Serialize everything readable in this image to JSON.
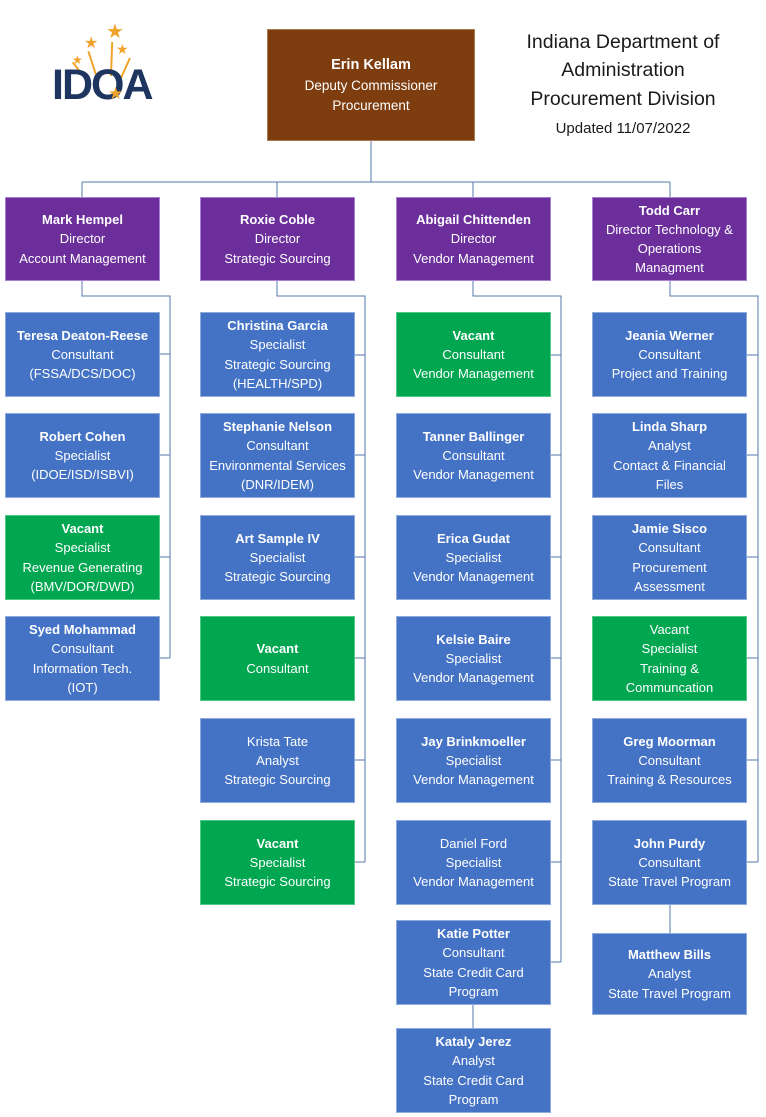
{
  "header": {
    "logo_text": "IDOA",
    "title_line1": "Indiana Department of",
    "title_line2": "Administration",
    "title_line3": "Procurement Division",
    "updated": "Updated 11/07/2022"
  },
  "org": {
    "root": {
      "name": "Erin Kellam",
      "lines": [
        "Deputy Commissioner",
        "Procurement"
      ]
    },
    "directors": [
      {
        "name": "Mark Hempel",
        "lines": [
          "Director",
          "Account Management"
        ]
      },
      {
        "name": "Roxie Coble",
        "lines": [
          "Director",
          "Strategic Sourcing"
        ]
      },
      {
        "name": "Abigail Chittenden",
        "lines": [
          "Director",
          "Vendor Management"
        ]
      },
      {
        "name": "Todd Carr",
        "lines": [
          "Director Technology &",
          "Operations",
          "Managment"
        ]
      }
    ],
    "columns": [
      {
        "boxes": [
          {
            "name": "Teresa Deaton-Reese",
            "lines": [
              "Consultant",
              "(FSSA/DCS/DOC)"
            ],
            "status": "filled"
          },
          {
            "name": "Robert Cohen",
            "lines": [
              "Specialist",
              "(IDOE/ISD/ISBVI)"
            ],
            "status": "filled"
          },
          {
            "name": "Vacant",
            "lines": [
              "Specialist",
              "Revenue Generating",
              "(BMV/DOR/DWD)"
            ],
            "status": "vacant"
          },
          {
            "name": "Syed Mohammad",
            "lines": [
              "Consultant",
              "Information Tech.",
              "(IOT)"
            ],
            "status": "filled"
          }
        ]
      },
      {
        "boxes": [
          {
            "name": "Christina Garcia",
            "lines": [
              "Specialist",
              "Strategic Sourcing",
              "(HEALTH/SPD)"
            ],
            "status": "filled"
          },
          {
            "name": "Stephanie Nelson",
            "lines": [
              "Consultant",
              "Environmental Services",
              "(DNR/IDEM)"
            ],
            "status": "filled"
          },
          {
            "name": "Art Sample IV",
            "lines": [
              "Specialist",
              "Strategic Sourcing"
            ],
            "status": "filled"
          },
          {
            "name": "Vacant",
            "lines": [
              "Consultant"
            ],
            "status": "vacant"
          },
          {
            "name": "Krista Tate",
            "lines": [
              "Analyst",
              "Strategic Sourcing"
            ],
            "status": "filled"
          },
          {
            "name": "Vacant",
            "lines": [
              "Specialist",
              "Strategic Sourcing"
            ],
            "status": "vacant"
          }
        ]
      },
      {
        "boxes": [
          {
            "name": "Vacant",
            "lines": [
              "Consultant",
              "Vendor Management"
            ],
            "status": "vacant"
          },
          {
            "name": "Tanner Ballinger",
            "lines": [
              "Consultant",
              "Vendor Management"
            ],
            "status": "filled"
          },
          {
            "name": "Erica Gudat",
            "lines": [
              "Specialist",
              "Vendor Management"
            ],
            "status": "filled"
          },
          {
            "name": "Kelsie Baire",
            "lines": [
              "Specialist",
              "Vendor Management"
            ],
            "status": "filled"
          },
          {
            "name": "Jay Brinkmoeller",
            "lines": [
              "Specialist",
              "Vendor Management"
            ],
            "status": "filled"
          },
          {
            "name": "Daniel Ford",
            "lines": [
              "Specialist",
              "Vendor Management"
            ],
            "status": "filled"
          },
          {
            "name": "Katie Potter",
            "lines": [
              "Consultant",
              "State Credit Card",
              "Program"
            ],
            "status": "filled"
          },
          {
            "name": "Kataly Jerez",
            "lines": [
              "Analyst",
              "State Credit Card",
              "Program"
            ],
            "status": "filled"
          }
        ]
      },
      {
        "boxes": [
          {
            "name": "Jeania Werner",
            "lines": [
              "Consultant",
              "Project and Training"
            ],
            "status": "filled"
          },
          {
            "name": "Linda Sharp",
            "lines": [
              "Analyst",
              "Contact & Financial",
              "Files"
            ],
            "status": "filled"
          },
          {
            "name": "Jamie Sisco",
            "lines": [
              "Consultant",
              "Procurement",
              "Assessment"
            ],
            "status": "filled"
          },
          {
            "name": "Vacant",
            "lines": [
              "Specialist",
              "Training &",
              "Communcation"
            ],
            "status": "vacant"
          },
          {
            "name": "Greg Moorman",
            "lines": [
              "Consultant",
              "Training & Resources"
            ],
            "status": "filled"
          },
          {
            "name": "John Purdy",
            "lines": [
              "Consultant",
              "State Travel Program"
            ],
            "status": "filled"
          },
          {
            "name": "Matthew Bills",
            "lines": [
              "Analyst",
              "State Travel Program"
            ],
            "status": "filled"
          }
        ]
      }
    ]
  },
  "colors": {
    "director_purple": "#6B2E9B",
    "staff_blue": "#4472C4",
    "vacant_green": "#00A650",
    "root_brown": "#7E3D0F",
    "connector_blue": "#5577AB",
    "logo_navy": "#1E3560",
    "logo_gold": "#F0A32A",
    "title_text": "#1a1a1a"
  }
}
